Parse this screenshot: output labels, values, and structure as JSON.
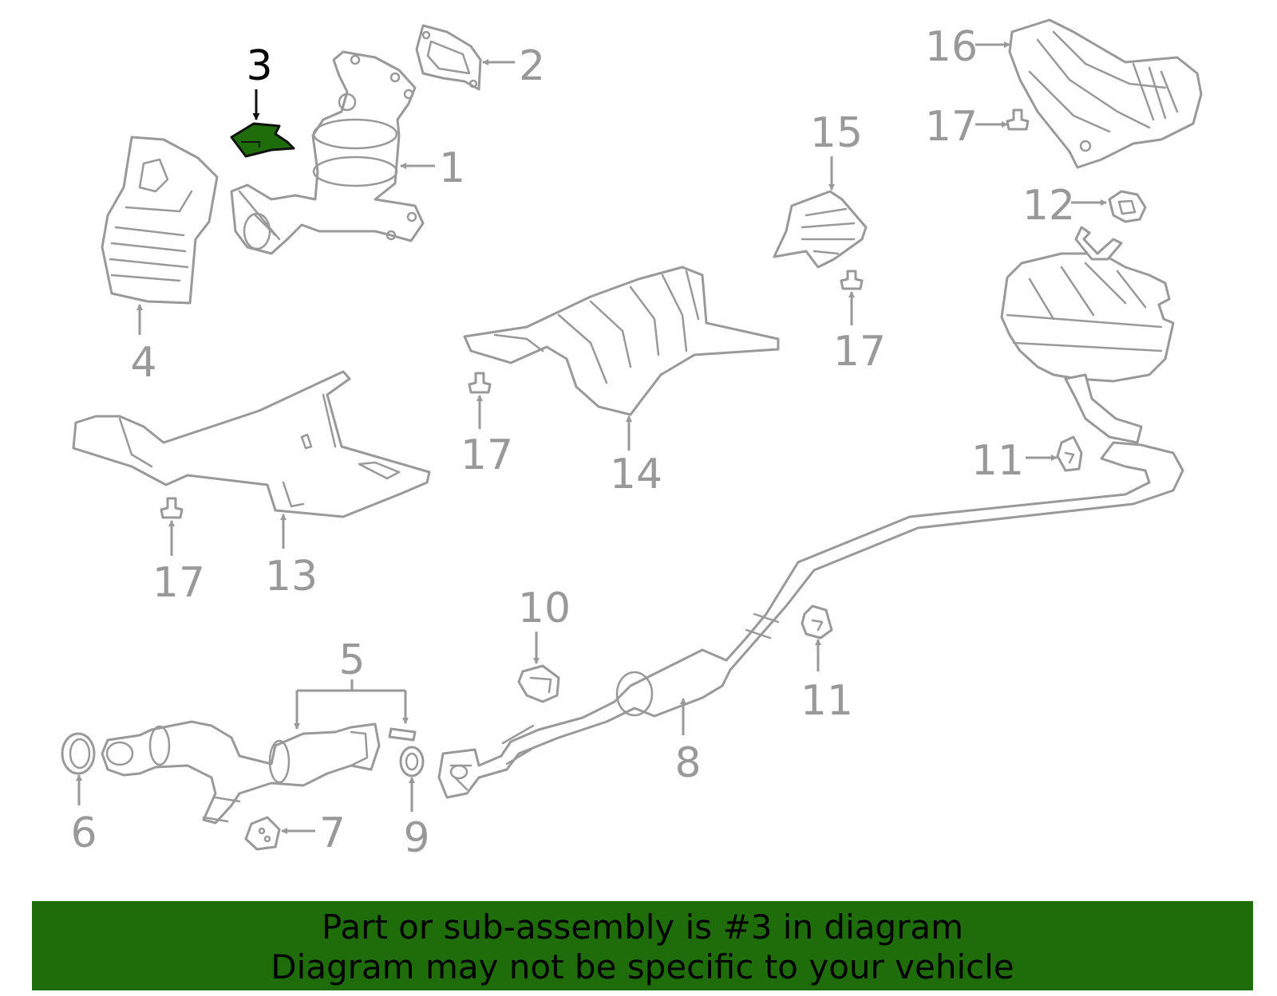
{
  "highlight_color": "#1e6d0a",
  "line_color": "#999999",
  "callouts": {
    "c1": "1",
    "c2": "2",
    "c3": "3",
    "c4": "4",
    "c5": "5",
    "c6": "6",
    "c7": "7",
    "c8": "8",
    "c9": "9",
    "c10": "10",
    "c11a": "11",
    "c11b": "11",
    "c12": "12",
    "c13": "13",
    "c14": "14",
    "c15": "15",
    "c16": "16",
    "c17a": "17",
    "c17b": "17",
    "c17c": "17",
    "c17d": "17"
  },
  "highlighted_part": "3",
  "banner": {
    "line1": "Part or sub-assembly is #3 in diagram",
    "line2": "Diagram may not be specific to your vehicle"
  }
}
